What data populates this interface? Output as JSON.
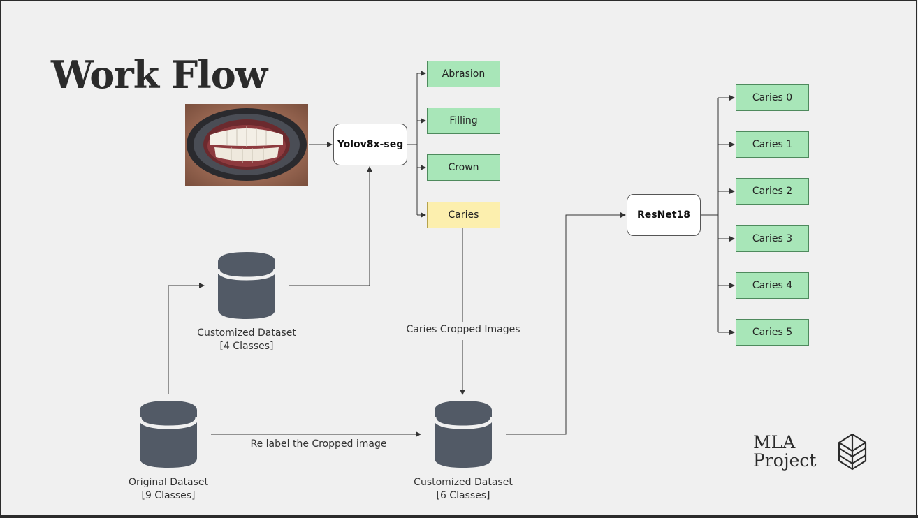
{
  "title": "Work Flow",
  "nodes": {
    "yolo": "Yolov8x-seg",
    "resnet": "ResNet18"
  },
  "yolo_outputs": [
    "Abrasion",
    "Filling",
    "Crown",
    "Caries"
  ],
  "resnet_outputs": [
    "Caries 0",
    "Caries 1",
    "Caries 2",
    "Caries 3",
    "Caries 4",
    "Caries 5"
  ],
  "datasets": {
    "original": {
      "line1": "Original Dataset",
      "line2": "[9 Classes]"
    },
    "custom4": {
      "line1": "Customized Dataset",
      "line2": "[4 Classes]"
    },
    "custom6": {
      "line1": "Customized Dataset",
      "line2": "[6 Classes]"
    }
  },
  "edge_labels": {
    "cropped": "Caries Cropped Images",
    "relabel": "Re label the Cropped image"
  },
  "brand": {
    "line1": "MLA",
    "line2": "Project"
  },
  "colors": {
    "green_box": "#a8e6b8",
    "yellow_box": "#fcefae",
    "database": "#525a66",
    "title": "#2b2b2b"
  }
}
